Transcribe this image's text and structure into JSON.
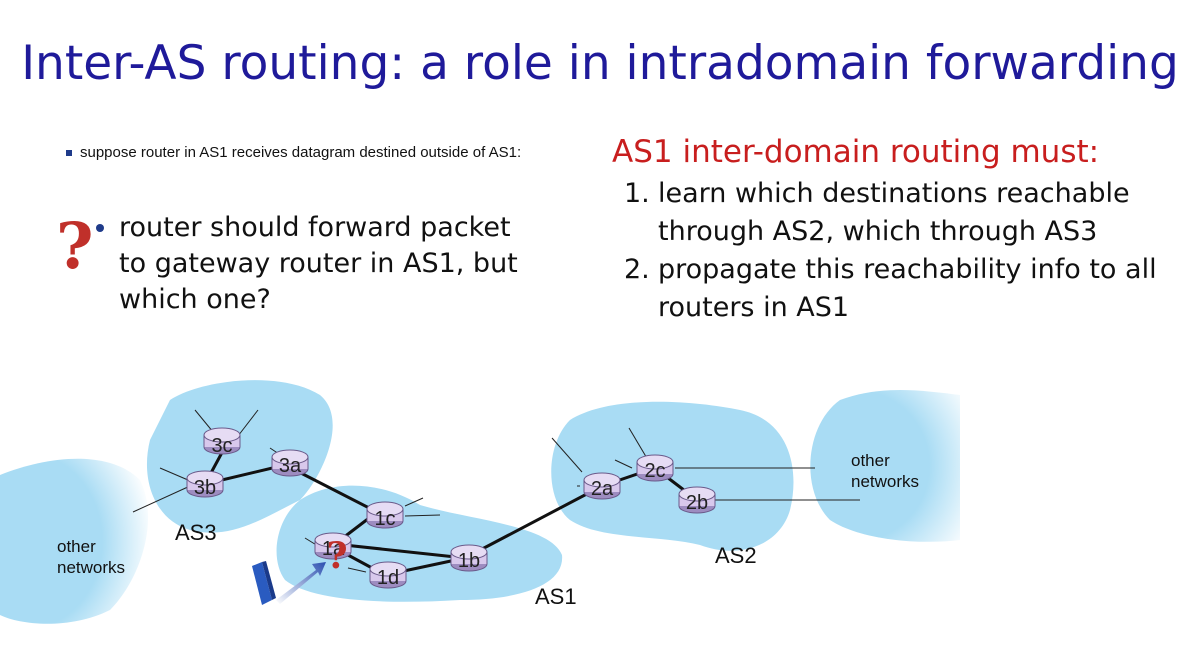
{
  "title": "Inter-AS routing:  a role in intradomain forwarding",
  "left": {
    "small_bullet": "suppose router in AS1 receives datagram destined outside of AS1:",
    "question_mark": "?",
    "big_bullet": "router should forward packet to gateway router in AS1, but which one?"
  },
  "right": {
    "heading": "AS1 inter-domain routing must:",
    "steps": [
      {
        "num": "1.",
        "text": "learn which destinations reachable through AS2, which through AS3"
      },
      {
        "num": "2.",
        "text": "propagate this reachability info to all routers in AS1"
      }
    ]
  },
  "diagram": {
    "as_labels": {
      "as1": "AS1",
      "as2": "AS2",
      "as3": "AS3"
    },
    "other_networks_left": [
      "other",
      "networks"
    ],
    "other_networks_right": [
      "other",
      "networks"
    ],
    "routers": {
      "r3c": "3c",
      "r3b": "3b",
      "r3a": "3a",
      "r1a": "1a",
      "r1b": "1b",
      "r1c": "1c",
      "r1d": "1d",
      "r2a": "2a",
      "r2b": "2b",
      "r2c": "2c"
    },
    "router_question_mark": "?",
    "colors": {
      "region": "#a9dcf4",
      "title": "#1f1a9a",
      "heading": "#c81e1e",
      "question": "#c0302a",
      "router_fill": "#d8c8ec",
      "router_stroke": "#6a5a8a"
    }
  }
}
